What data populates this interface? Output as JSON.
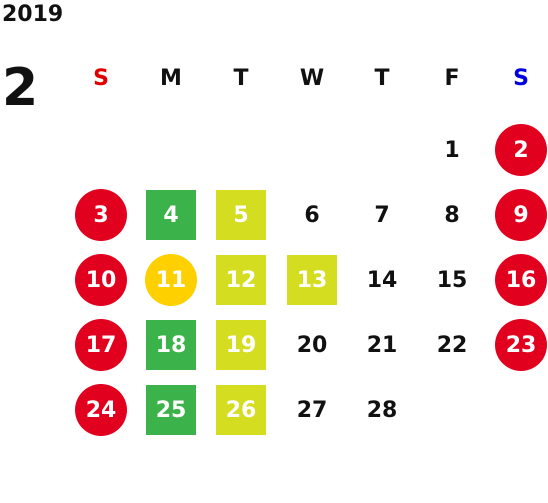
{
  "year": "2019",
  "month": "2",
  "weekdays": [
    {
      "label": "S",
      "color": "#e00000"
    },
    {
      "label": "M",
      "color": "#111111"
    },
    {
      "label": "T",
      "color": "#111111"
    },
    {
      "label": "W",
      "color": "#111111"
    },
    {
      "label": "T",
      "color": "#111111"
    },
    {
      "label": "F",
      "color": "#111111"
    },
    {
      "label": "S",
      "color": "#0000e0"
    }
  ],
  "colors": {
    "holiday_red": "#e2001f",
    "today_yellow": "#ffd000",
    "green": "#3bb34a",
    "lime": "#d4dd1f",
    "text": "#111111"
  },
  "days": [
    {
      "day": "1",
      "col": 5,
      "row": 0,
      "style": "plain"
    },
    {
      "day": "2",
      "col": 6,
      "row": 0,
      "style": "red"
    },
    {
      "day": "3",
      "col": 0,
      "row": 1,
      "style": "red"
    },
    {
      "day": "4",
      "col": 1,
      "row": 1,
      "style": "green"
    },
    {
      "day": "5",
      "col": 2,
      "row": 1,
      "style": "lime"
    },
    {
      "day": "6",
      "col": 3,
      "row": 1,
      "style": "plain"
    },
    {
      "day": "7",
      "col": 4,
      "row": 1,
      "style": "plain"
    },
    {
      "day": "8",
      "col": 5,
      "row": 1,
      "style": "plain"
    },
    {
      "day": "9",
      "col": 6,
      "row": 1,
      "style": "red"
    },
    {
      "day": "10",
      "col": 0,
      "row": 2,
      "style": "red"
    },
    {
      "day": "11",
      "col": 1,
      "row": 2,
      "style": "yellow"
    },
    {
      "day": "12",
      "col": 2,
      "row": 2,
      "style": "lime"
    },
    {
      "day": "13",
      "col": 3,
      "row": 2,
      "style": "lime"
    },
    {
      "day": "14",
      "col": 4,
      "row": 2,
      "style": "plain"
    },
    {
      "day": "15",
      "col": 5,
      "row": 2,
      "style": "plain"
    },
    {
      "day": "16",
      "col": 6,
      "row": 2,
      "style": "red"
    },
    {
      "day": "17",
      "col": 0,
      "row": 3,
      "style": "red"
    },
    {
      "day": "18",
      "col": 1,
      "row": 3,
      "style": "green"
    },
    {
      "day": "19",
      "col": 2,
      "row": 3,
      "style": "lime"
    },
    {
      "day": "20",
      "col": 3,
      "row": 3,
      "style": "plain"
    },
    {
      "day": "21",
      "col": 4,
      "row": 3,
      "style": "plain"
    },
    {
      "day": "22",
      "col": 5,
      "row": 3,
      "style": "plain"
    },
    {
      "day": "23",
      "col": 6,
      "row": 3,
      "style": "red"
    },
    {
      "day": "24",
      "col": 0,
      "row": 4,
      "style": "red"
    },
    {
      "day": "25",
      "col": 1,
      "row": 4,
      "style": "green"
    },
    {
      "day": "26",
      "col": 2,
      "row": 4,
      "style": "lime"
    },
    {
      "day": "27",
      "col": 3,
      "row": 4,
      "style": "plain"
    },
    {
      "day": "28",
      "col": 4,
      "row": 4,
      "style": "plain"
    }
  ]
}
